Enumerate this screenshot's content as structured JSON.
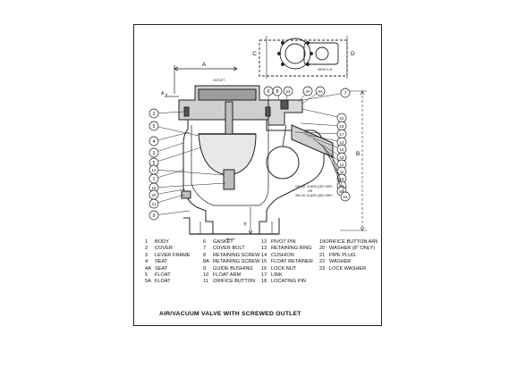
{
  "caption": "AIR/VACUUM VALVE WITH SCREWED OUTLET",
  "view_label": "VIEW S-S",
  "dimension_labels": {
    "a": "A",
    "b": "B",
    "c": "C",
    "d": "D",
    "y": "Y"
  },
  "outlet_label": "OUTLET",
  "inlet_label": "INLET",
  "flange_note_1": "150 LB. CLASS (150 CWP)",
  "flange_note_or": "OR",
  "flange_note_2": "300 LB. CLASS (300 CWP)",
  "left_callouts": [
    "2",
    "5",
    "4",
    "3",
    "5",
    "14",
    "1",
    "10",
    "20",
    "21",
    "9"
  ],
  "right_callouts": [
    "7",
    "22",
    "15",
    "17",
    "13",
    "16",
    "18",
    "12",
    "11",
    "19",
    "5A",
    "8A",
    "4A"
  ],
  "top_callouts": [
    "6",
    "8",
    "23",
    "4A",
    "8A"
  ],
  "parts": [
    {
      "no": "1",
      "name": "BODY"
    },
    {
      "no": "6",
      "name": "GASKET"
    },
    {
      "no": "12",
      "name": "PIVOT PIN"
    },
    {
      "no": "19",
      "name": "ORIFICE BUTTON ARM"
    },
    {
      "no": "2",
      "name": "COVER"
    },
    {
      "no": "7",
      "name": "COVER BOLT"
    },
    {
      "no": "13",
      "name": "RETAINING RING"
    },
    {
      "no": "20",
      "name": "WASHER (8\" ONLY)"
    },
    {
      "no": "3",
      "name": "LEVER FRAME"
    },
    {
      "no": "8",
      "name": "RETAINING SCREW"
    },
    {
      "no": "14",
      "name": "CUSHION"
    },
    {
      "no": "21",
      "name": "PIPE PLUG"
    },
    {
      "no": "4",
      "name": "SEAT"
    },
    {
      "no": "8A",
      "name": "RETAINING SCREW"
    },
    {
      "no": "15",
      "name": "FLOAT RETAINER"
    },
    {
      "no": "22",
      "name": "WASHER"
    },
    {
      "no": "4A",
      "name": "SEAT"
    },
    {
      "no": "9",
      "name": "GUIDE BUSHING"
    },
    {
      "no": "16",
      "name": "LOCK NUT"
    },
    {
      "no": "23",
      "name": "LOCK WASHER"
    },
    {
      "no": "5",
      "name": "FLOAT"
    },
    {
      "no": "10",
      "name": "FLOAT ARM"
    },
    {
      "no": "17",
      "name": "LINK"
    },
    {
      "no": "",
      "name": ""
    },
    {
      "no": "5A",
      "name": "FLOAT"
    },
    {
      "no": "11",
      "name": "ORIFICE BUTTON"
    },
    {
      "no": "18",
      "name": "LOCATING PIN"
    },
    {
      "no": "",
      "name": ""
    }
  ]
}
